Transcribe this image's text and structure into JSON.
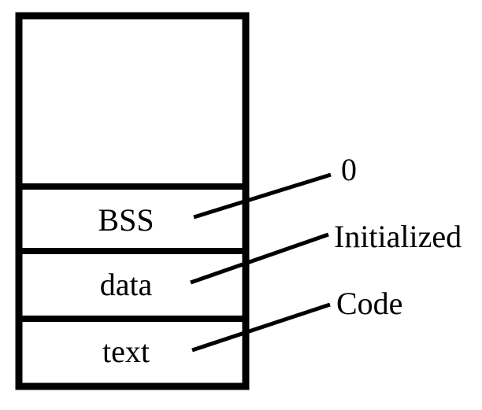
{
  "diagram": {
    "segments": [
      {
        "id": "bss",
        "label": "BSS"
      },
      {
        "id": "data",
        "label": "data"
      },
      {
        "id": "text",
        "label": "text"
      }
    ],
    "callouts": [
      {
        "target": "bss",
        "label": "0"
      },
      {
        "target": "data",
        "label": "Initialized"
      },
      {
        "target": "text",
        "label": "Code"
      }
    ],
    "colors": {
      "stroke": "#000000",
      "background": "#ffffff"
    }
  }
}
